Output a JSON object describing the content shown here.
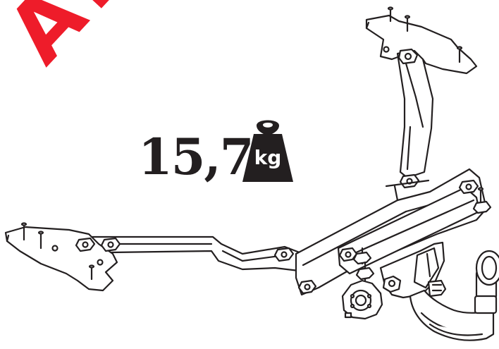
{
  "watermark": {
    "text": "A.Au"
  },
  "weight": {
    "value": "15,7",
    "unit": "kg",
    "icon": "weight-icon"
  },
  "colors": {
    "ink": "#231f20",
    "watermark": "#ee1c2a",
    "background": "#ffffff"
  }
}
